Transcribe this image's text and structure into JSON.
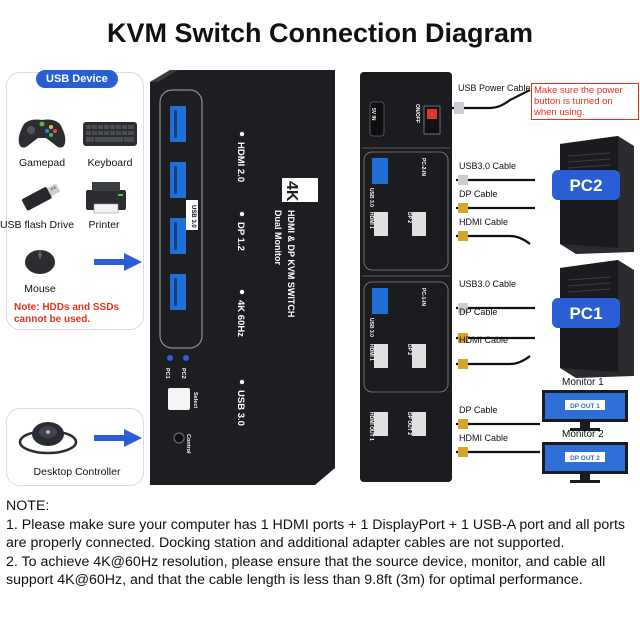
{
  "title": "KVM Switch Connection Diagram",
  "usb_devices": {
    "badge": "USB Device",
    "items": [
      {
        "label": "Gamepad"
      },
      {
        "label": "Keyboard"
      },
      {
        "label": "USB flash Drive"
      },
      {
        "label": "Printer"
      },
      {
        "label": "Mouse"
      }
    ],
    "warning": "Note:  HDDs and SSDs cannot be used."
  },
  "desktop_controller": {
    "label": "Desktop Controller"
  },
  "kvm_front": {
    "usb_label": "USB 3.0",
    "brand": "4K",
    "product_line1": "HDMI & DP KVM SWITCH",
    "product_line2": "Dual Monitor",
    "features": [
      "HDMI 2.0",
      "DP 1.2",
      "4K 60Hz",
      "USB 3.0"
    ],
    "pc1": "PC1",
    "pc2": "PC2",
    "select": "Select",
    "control": "Control"
  },
  "kvm_back": {
    "dc_in": "5V IN",
    "power_switch": "ON/OFF",
    "pc2_in": "PC-2-IN",
    "pc1_in": "PC-1-IN",
    "usb": "USB 3.0",
    "hdmi": "HDMI 1",
    "dp": "DP 2",
    "hdmi_out": "HDMI OUT 1",
    "dp_out": "DP OUT 2"
  },
  "cables": {
    "power": "USB Power Cable",
    "power_note": "Make sure the power button is turned on when using.",
    "usb30": "USB3.0 Cable",
    "dp": "DP Cable",
    "hdmi": "HDMI Cable"
  },
  "pcs": {
    "pc2": "PC2",
    "pc1": "PC1"
  },
  "monitors": [
    {
      "label": "Monitor 1",
      "screen": "DP OUT 1"
    },
    {
      "label": "Monitor 2",
      "screen": "DP OUT 2"
    }
  ],
  "note": {
    "heading": "NOTE:",
    "line1": "1. Please make sure your computer has 1 HDMI ports + 1 DisplayPort + 1 USB-A port and all ports are properly connected. Docking station and additional adapter cables are not supported.",
    "line2": "2. To achieve 4K@60Hz resolution, please ensure that the source device, monitor, and cable all support 4K@60Hz, and that the cable length is less than 9.8ft (3m) for optimal performance."
  },
  "colors": {
    "accent_blue": "#2a5fd3",
    "warning_red": "#e4321a",
    "device_black": "#1b1c1f",
    "port_blue": "#1f6fd6"
  }
}
